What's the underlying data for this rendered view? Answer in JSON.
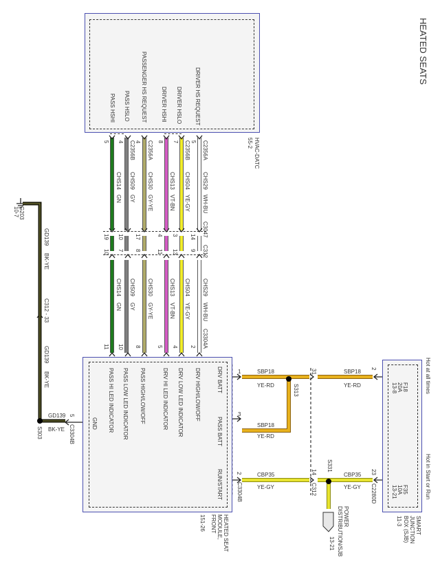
{
  "title": "HEATED SEATS",
  "colors": {
    "module_border": "#4a4fb0",
    "GN": "#1e7a1e",
    "GY": "#808080",
    "GY-YE": "#b0ab6a",
    "VT-BN": "#d45cc4",
    "YE-GY": "#f2ee2a",
    "WH-BU": "#ffffff",
    "YE-RD": "#e8b21e",
    "BK-YE": "#1a1a0a"
  },
  "hvac_module": {
    "name": "HVAC-DATC",
    "page": "55-2",
    "signals": [
      "PASS HSHI",
      "PASS HSLO",
      "PASSENGER HS REQUEST",
      "DRIVER HSHI",
      "DRIVER HSLO",
      "DRIVER HS REQUEST"
    ]
  },
  "hvac_wires": [
    {
      "pin": "5",
      "connector": "",
      "circuit": "CHS14",
      "color": "GN"
    },
    {
      "pin": "4",
      "connector": "C2356B",
      "circuit": "CHS09",
      "color": "GY"
    },
    {
      "pin": "4",
      "connector": "C2356A",
      "circuit": "CHS30",
      "color": "GY-YE"
    },
    {
      "pin": "8",
      "connector": "",
      "circuit": "CHS13",
      "color": "VT-BN"
    },
    {
      "pin": "7",
      "connector": "C2356B",
      "circuit": "CHS04",
      "color": "YE-GY"
    },
    {
      "pin": "5",
      "connector": "C2356A",
      "circuit": "CHS29",
      "color": "WH-BU"
    }
  ],
  "inline_connectors": {
    "c3047": {
      "name": "C3047",
      "pins": [
        "19",
        "10",
        "17",
        "4",
        "3",
        "14"
      ]
    },
    "c312": {
      "name": "C312",
      "pins": [
        "10",
        "7",
        "8",
        "11",
        "13",
        "9"
      ]
    }
  },
  "hsm_wires": [
    {
      "pin": "11",
      "circuit": "CHS14",
      "color": "GN"
    },
    {
      "pin": "10",
      "circuit": "CHS09",
      "color": "GY"
    },
    {
      "pin": "8",
      "circuit": "CHS30",
      "color": "GY-YE"
    },
    {
      "pin": "5",
      "circuit": "CHS13",
      "color": "VT-BN"
    },
    {
      "pin": "4",
      "circuit": "CHS04",
      "color": "YE-GY"
    },
    {
      "pin": "2",
      "circuit": "CHS29",
      "color": "WH-BU",
      "connector": "C3304A"
    }
  ],
  "hsm_module": {
    "name": "HEATED SEAT MODULE, FRONT",
    "page": "151-26",
    "signals": [
      "PASS HI LED INDICATOR",
      "PASS LOW LED INDICATOR",
      "PASS HIGH/LOW/OFF",
      "DRV HI LED INDICATOR",
      "DRV LOW LED INDICATOR",
      "DRV HIGH/LOW/OFF"
    ],
    "power_pins": [
      "DRV BATT",
      "PASS BATT",
      "RUN/START"
    ],
    "gnd_label": "GND",
    "gnd_pin": "5",
    "gnd_connector": "C3304B",
    "run_connector": "C3304B"
  },
  "power_wires": {
    "drv_batt": {
      "pin": "1",
      "circuit": "SBP18",
      "color": "YE-RD"
    },
    "pass_batt": {
      "pin": "3",
      "circuit": "SBP18",
      "color": "YE-RD"
    },
    "splice_s313": "S313",
    "feed": {
      "c312_pin": "31",
      "circuit": "SBP18",
      "color": "YE-RD",
      "sjb_pin": "2"
    },
    "run": {
      "pin": "2",
      "circuit": "CBP35",
      "color": "YE-GY",
      "c312_pin": "14",
      "c312": "C312"
    },
    "splice_s331": "S331",
    "run_feed": {
      "circuit": "CBP35",
      "color": "YE-GY",
      "sjb_pin": "23",
      "connector": "C2280D"
    },
    "power_dist": {
      "label": "POWER DISTRIBUTION/SJB",
      "page": "13-21"
    }
  },
  "sjb": {
    "name": "SMART JUNCTION BOX (SJB)",
    "page": "11-3",
    "hot_all": "Hot at all times",
    "hot_run": "Hot in Start or Run",
    "fuse1": {
      "name": "F18",
      "rating": "20A",
      "page": "13-8"
    },
    "fuse2": {
      "name": "F35",
      "rating": "10A",
      "page": "13-21"
    }
  },
  "ground": {
    "name": "G203",
    "page": "10-7",
    "circuit": "GD139",
    "color": "BK-YE",
    "inline": "C312 - 33",
    "splice": "S303"
  }
}
